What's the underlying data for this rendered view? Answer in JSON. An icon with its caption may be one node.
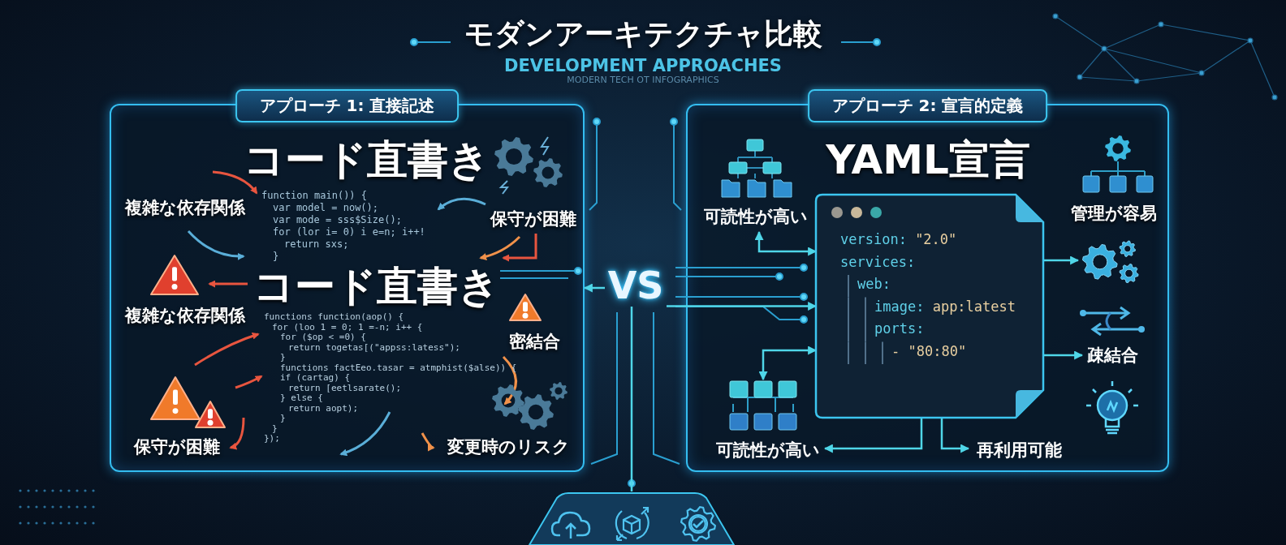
{
  "diagram": {
    "title": "モダンアーキテクチャ比較",
    "nodes": [
      {
        "text": [
          "アプローチ 1: 直接記述"
        ]
      },
      {
        "text": [
          "アプローチ 2: 宣言的定義"
        ]
      },
      {
        "text": [
          "VS"
        ]
      },
      {
        "text": [
          "version: \"2.0\"",
          "services:",
          "web:",
          "image: app:latest",
          "ports:",
          "- \"80:80\""
        ],
        "in": 1
      },
      {
        "text": [
          "可読性が高い"
        ],
        "in": 1
      },
      {
        "text": [],
        "shape": "picture",
        "in": 1
      },
      {
        "text": [
          "疎結合"
        ],
        "in": 1
      },
      {
        "text": [
          "可読性が高い"
        ],
        "in": 1
      },
      {
        "text": [],
        "shape": "picture",
        "in": 1
      },
      {
        "text": [
          "再利用可能"
        ],
        "in": 1
      },
      {
        "text": [],
        "shape": "box"
      }
    ],
    "edges": [
      {
        "from": 2,
        "to": 3,
        "arrow": "to"
      },
      {
        "from": 2,
        "to": 0,
        "arrow": "to"
      },
      {
        "from": 4,
        "to": 3,
        "arrow": "both"
      },
      {
        "from": 3,
        "to": 5,
        "arrow": "to"
      },
      {
        "from": 3,
        "to": 6,
        "arrow": "to"
      },
      {
        "from": 8,
        "to": 3,
        "arrow": "both"
      },
      {
        "from": 3,
        "to": 7,
        "arrow": "to"
      },
      {
        "from": 3,
        "to": 9,
        "arrow": "to"
      },
      {
        "from": 2,
        "to": 10,
        "arrow": "none"
      }
    ],
    "labels": [
      "DEVELOPMENT APPROACHES",
      "MODERN TECH OT INFOGRAPHICS",
      "コード直書き",
      "複雑な依存関係",
      "保守が困難",
      "function main()) {",
      "var model = now();",
      "var mode = sss$Size();",
      "for (lor i= 0) i e=n; i++!",
      "return sxs;",
      "}",
      "コード直書き",
      "複雑な依存関係",
      "密結合",
      "functions function(aop() {",
      "for (loo 1 = 0; 1 =-n; i++ {",
      "for ($op < =0) {",
      "return togetas[(\"appss:latess\");",
      "}",
      "functions factEeo.tasar = atmphist($alse)) {",
      "if (cartag) {",
      "return [eetlsarate();",
      "} else {",
      "return aopt);",
      "}",
      "}",
      "});",
      "保守が困難",
      "変更時のリスク",
      "YAML宣言",
      "管理が容易"
    ]
  }
}
